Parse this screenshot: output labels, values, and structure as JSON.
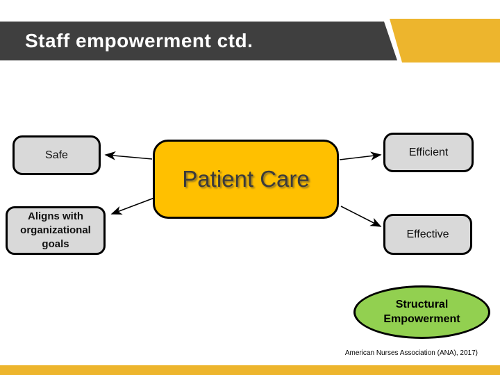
{
  "slide": {
    "title": "Staff empowerment ctd.",
    "citation": "American Nurses Association (ANA), 2017)"
  },
  "diagram": {
    "center": {
      "label": "Patient Care"
    },
    "nodes": {
      "safe": {
        "label": "Safe"
      },
      "efficient": {
        "label": "Efficient"
      },
      "aligns": {
        "label": "Aligns with organizational goals"
      },
      "effective": {
        "label": "Effective"
      }
    },
    "ellipse": {
      "label": "Structural Empowerment"
    },
    "connectors": [
      {
        "from": "patient-care",
        "to": "safe"
      },
      {
        "from": "patient-care",
        "to": "aligns-with-organizational-goals"
      },
      {
        "from": "patient-care",
        "to": "efficient"
      },
      {
        "from": "patient-care",
        "to": "effective"
      }
    ]
  },
  "colors": {
    "header_bar": "#3F3F3F",
    "accent_gold": "#EDB52D",
    "center_fill": "#FFC000",
    "node_fill": "#D9D9D9",
    "ellipse_fill": "#92D050",
    "outline": "#000000",
    "title_text": "#FFFFFF"
  }
}
